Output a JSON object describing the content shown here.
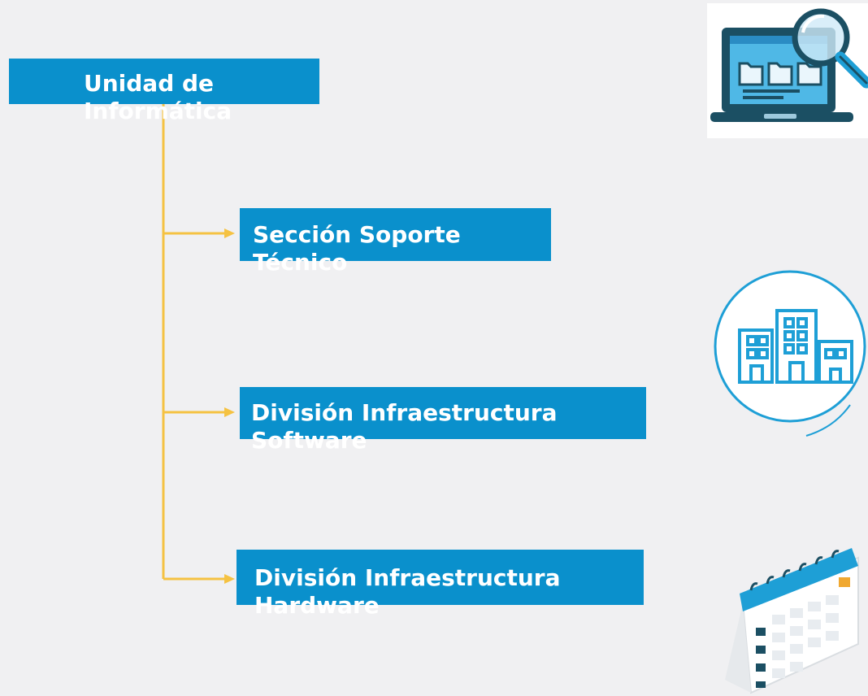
{
  "nodes": {
    "root": {
      "label": "Unidad de Informática"
    },
    "children": [
      {
        "label": "Sección Soporte Técnico"
      },
      {
        "label": "División Infraestructura Software"
      },
      {
        "label": "División Infraestructura Hardware"
      }
    ]
  },
  "colors": {
    "background": "#f0f0f2",
    "box": "#0a90cc",
    "connector": "#f5c242",
    "icon_dark": "#1b4f63",
    "icon_blue": "#1e9fd6"
  },
  "icons": [
    "laptop-search-icon",
    "buildings-icon",
    "calendar-icon"
  ]
}
